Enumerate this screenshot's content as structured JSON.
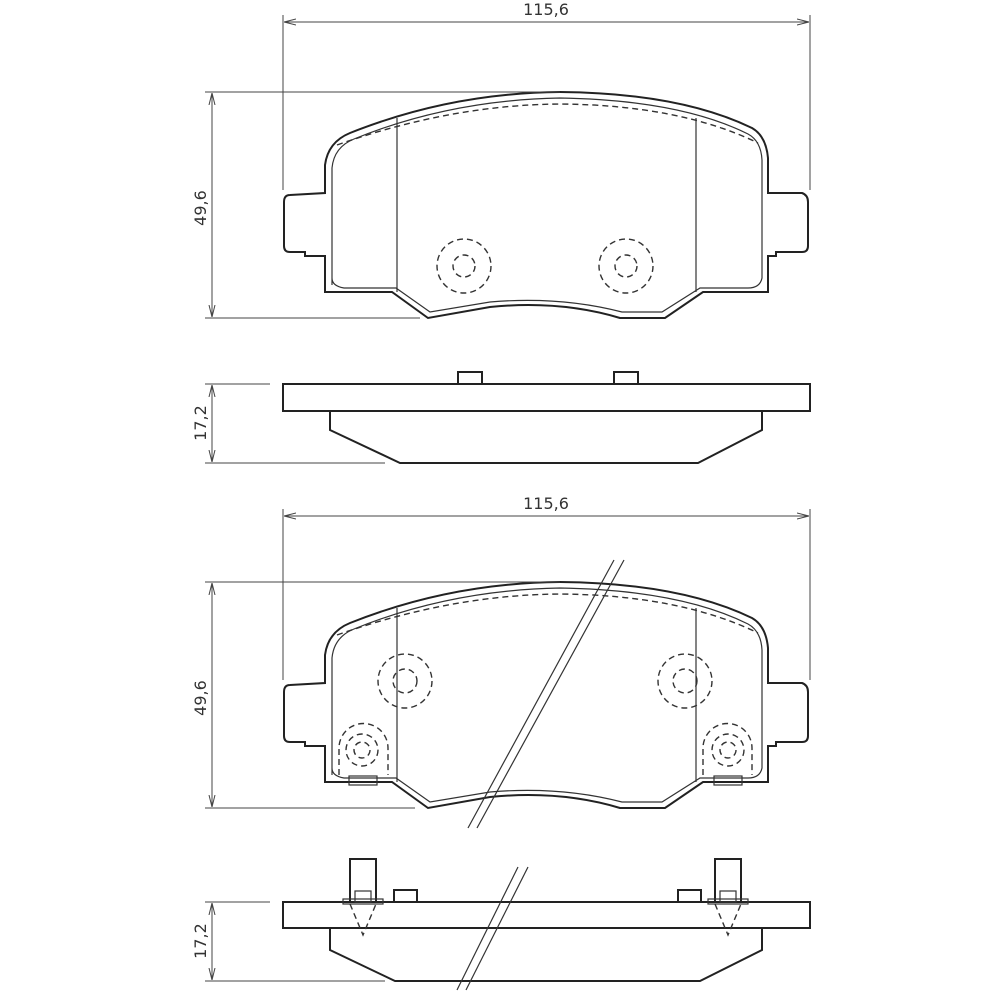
{
  "drawing": {
    "top_view_1": {
      "width_label": "115,6",
      "height_label": "49,6"
    },
    "side_view_1": {
      "thickness_label": "17,2"
    },
    "top_view_2": {
      "width_label": "115,6",
      "height_label": "49,6"
    },
    "side_view_2": {
      "thickness_label": "17,2"
    }
  }
}
